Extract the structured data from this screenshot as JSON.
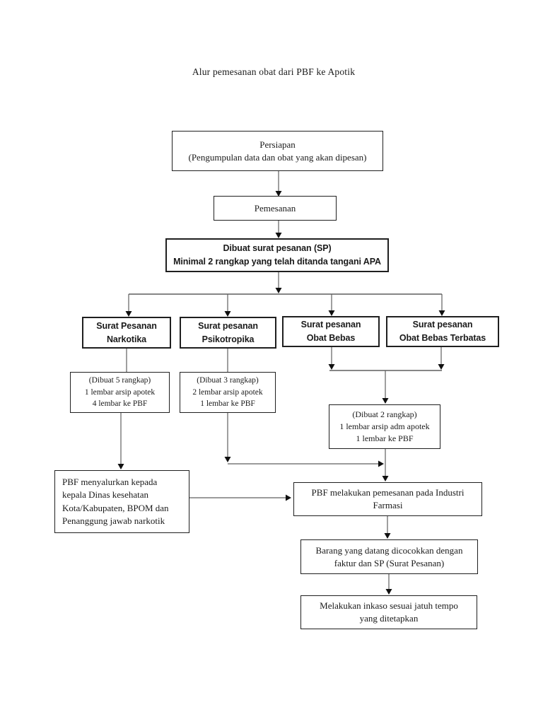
{
  "title": "Alur pemesanan obat dari PBF ke Apotik",
  "colors": {
    "box_border": "#1f1f1f",
    "connector": "#5f5f5f",
    "arrowhead": "#101010",
    "background": "#ffffff",
    "text": "#1a1a1a"
  },
  "nodes": {
    "persiapan": {
      "line1": "Persiapan",
      "line2": "(Pengumpulan data dan obat yang akan dipesan)"
    },
    "pemesanan": {
      "line1": "Pemesanan"
    },
    "dibuat_sp": {
      "line1": "Dibuat surat pesanan (SP)",
      "line2": "Minimal 2 rangkap yang telah ditanda tangani APA"
    },
    "sp_narkotika": {
      "line1": "Surat Pesanan",
      "line2": "Narkotika"
    },
    "sp_psikotropika": {
      "line1": "Surat pesanan",
      "line2": "Psikotropika"
    },
    "sp_obat_bebas": {
      "line1": "Surat pesanan",
      "line2": "Obat Bebas"
    },
    "sp_obat_bebas_terbatas": {
      "line1": "Surat pesanan",
      "line2": "Obat Bebas Terbatas"
    },
    "rangkap_narkotika": {
      "line1": "(Dibuat 5 rangkap)",
      "line2": "1 lembar arsip apotek",
      "line3": "4 lembar ke PBF"
    },
    "rangkap_psikotropika": {
      "line1": "(Dibuat 3 rangkap)",
      "line2": "2 lembar arsip apotek",
      "line3": "1 lembar ke PBF"
    },
    "rangkap_bebas": {
      "line1": "(Dibuat 2 rangkap)",
      "line2": "1 lembar arsip adm apotek",
      "line3": "1 lembar ke PBF"
    },
    "pbf_menyalurkan": {
      "line1": "PBF menyalurkan kepada",
      "line2": "kepala Dinas kesehatan",
      "line3": "Kota/Kabupaten, BPOM dan",
      "line4": "Penanggung jawab narkotik"
    },
    "pbf_pemesanan": {
      "line1": "PBF melakukan pemesanan pada Industri",
      "line2": "Farmasi"
    },
    "barang_datang": {
      "line1": "Barang yang datang dicocokkan dengan",
      "line2": "faktur dan SP (Surat Pesanan)"
    },
    "inkaso": {
      "line1": "Melakukan inkaso sesuai jatuh tempo",
      "line2": "yang ditetapkan"
    }
  }
}
